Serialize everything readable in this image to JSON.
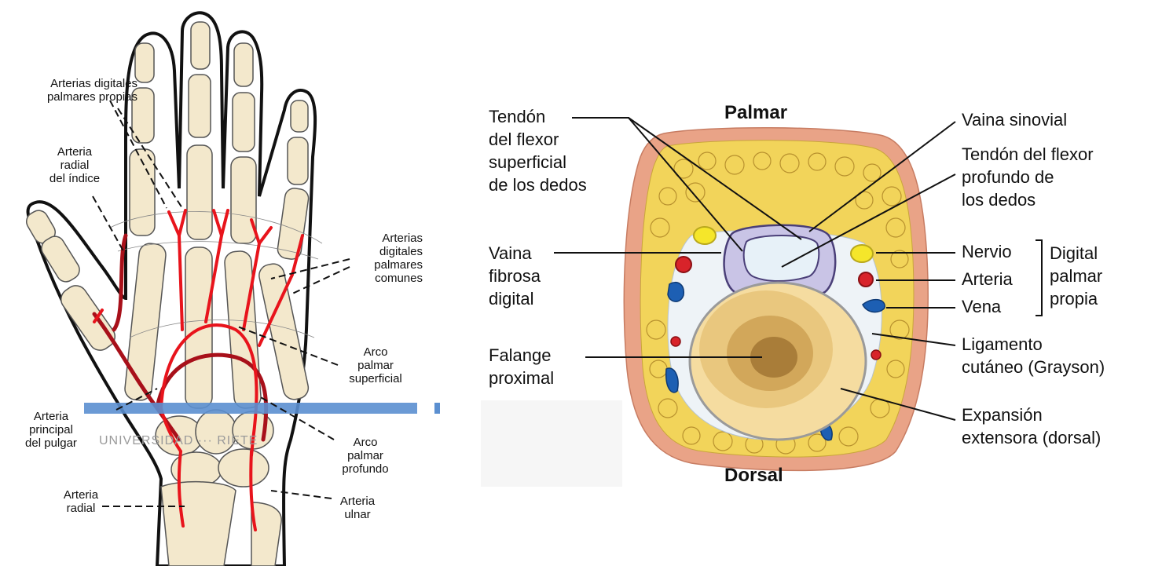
{
  "hand": {
    "labels": {
      "digitales_propias": [
        "Arterias digitales",
        "palmares propias"
      ],
      "radial_indice": [
        "Arteria",
        "radial",
        "del índice"
      ],
      "digitales_comunes": [
        "Arterias",
        "digitales",
        "palmares",
        "comunes"
      ],
      "arco_superficial": [
        "Arco",
        "palmar",
        "superficial"
      ],
      "principal_pulgar": [
        "Arteria",
        "principal",
        "del pulgar"
      ],
      "arco_profundo": [
        "Arco",
        "palmar",
        "profundo"
      ],
      "radial": [
        "Arteria",
        "radial"
      ],
      "ulnar": [
        "Arteria",
        "ulnar"
      ]
    },
    "watermark": "UNIVERSIDAD ··· RIETE"
  },
  "section": {
    "palmar": "Palmar",
    "dorsal": "Dorsal",
    "left_labels": {
      "tendon_superficial": [
        "Tendón",
        "del flexor",
        "superficial",
        "de los dedos"
      ],
      "vaina_fibrosa": [
        "Vaina",
        "fibrosa",
        "digital"
      ],
      "falange": [
        "Falange",
        "proximal"
      ]
    },
    "right_labels": {
      "vaina_sinovial": "Vaina sinovial",
      "tendon_profundo": [
        "Tendón del flexor",
        "profundo de",
        "los dedos"
      ],
      "nervio": "Nervio",
      "arteria": "Arteria",
      "vena": "Vena",
      "digital_group": [
        "Digital",
        "palmar",
        "propia"
      ],
      "ligamento": [
        "Ligamento",
        "cutáneo (Grayson)"
      ],
      "expansion": [
        "Expansión",
        "extensora (dorsal)"
      ]
    }
  },
  "colors": {
    "bone": "#f3e8cc",
    "artery_superficial": "#e8141c",
    "artery_deep": "#a8101a",
    "cut_line": "#5b8fd0",
    "skin": "#e9a387",
    "fat": "#f2d45a",
    "nerve": "#f5e62a",
    "vein": "#1d5fb3"
  }
}
